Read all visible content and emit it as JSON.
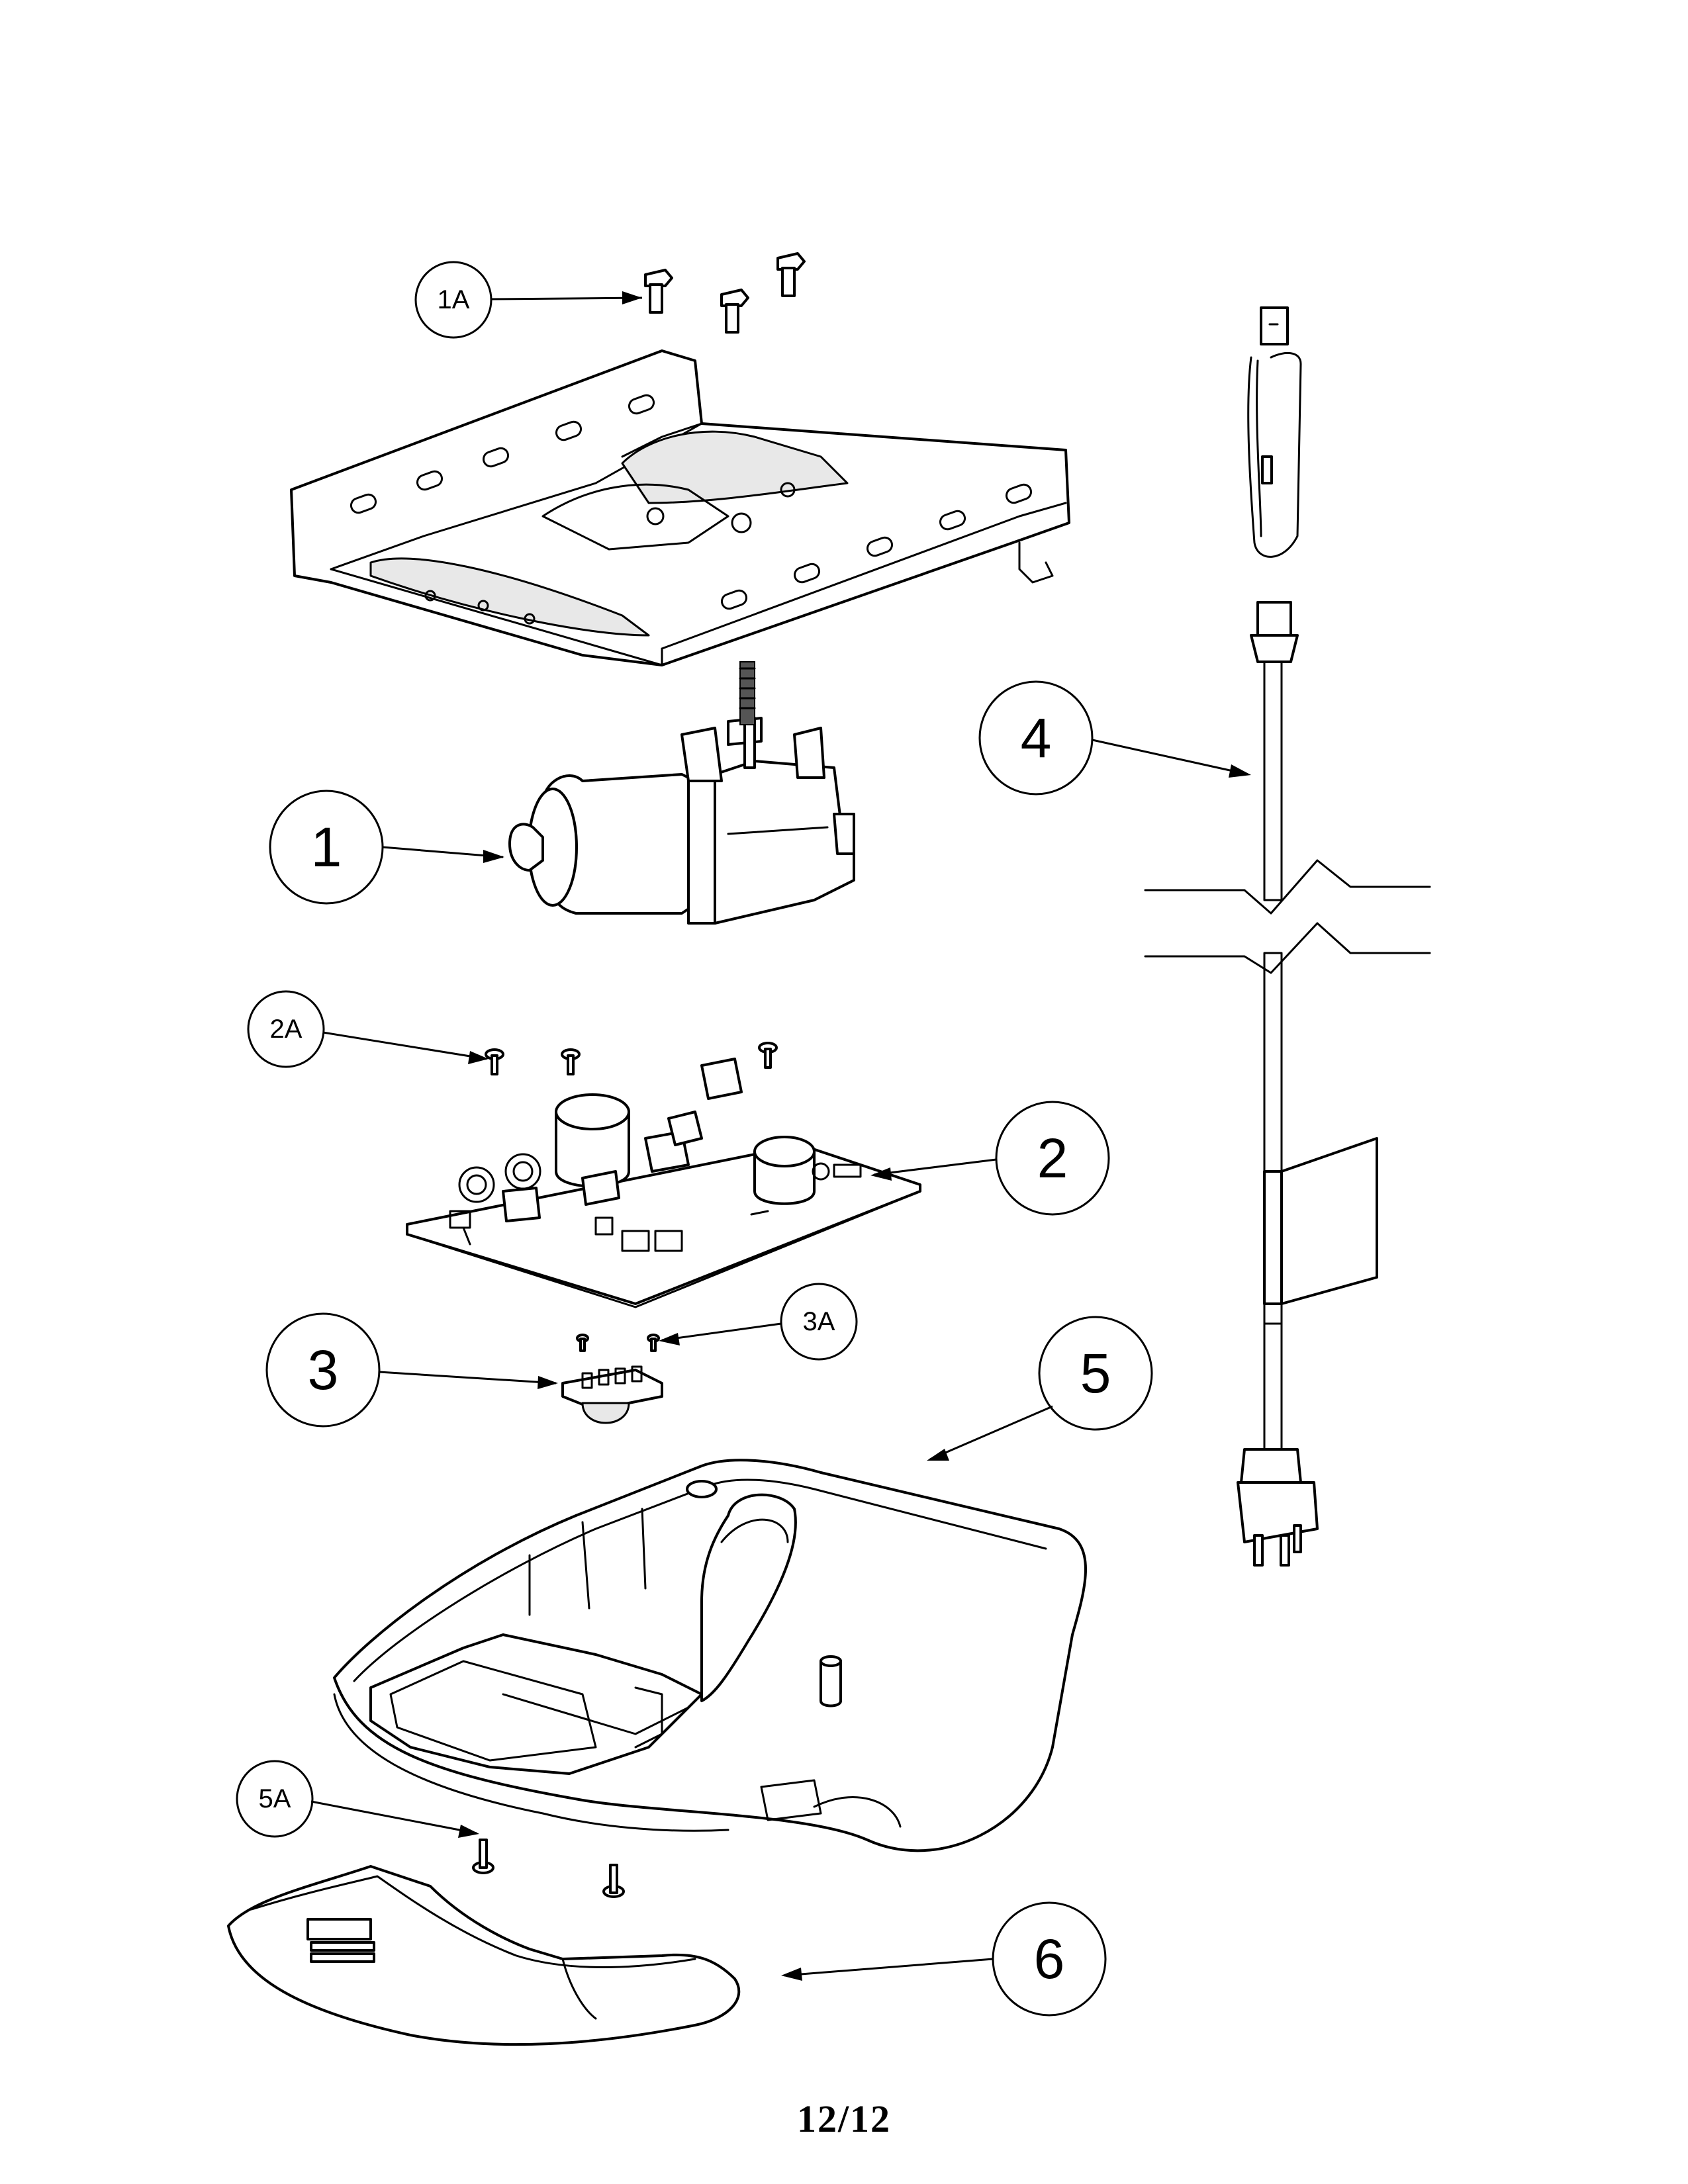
{
  "diagram": {
    "callouts": [
      {
        "id": "1A",
        "label": "1A"
      },
      {
        "id": "1",
        "label": "1"
      },
      {
        "id": "2A",
        "label": "2A"
      },
      {
        "id": "2",
        "label": "2"
      },
      {
        "id": "3A",
        "label": "3A"
      },
      {
        "id": "3",
        "label": "3"
      },
      {
        "id": "4",
        "label": "4"
      },
      {
        "id": "5",
        "label": "5"
      },
      {
        "id": "5A",
        "label": "5A"
      },
      {
        "id": "6",
        "label": "6"
      }
    ],
    "parts": [
      {
        "callout": "1A",
        "icon": "bolt-icon"
      },
      {
        "callout": "1",
        "icon": "motor-icon"
      },
      {
        "callout": "2A",
        "icon": "screw-icon"
      },
      {
        "callout": "2",
        "icon": "circuit-board-icon"
      },
      {
        "callout": "3A",
        "icon": "screw-icon"
      },
      {
        "callout": "3",
        "icon": "sensor-board-icon"
      },
      {
        "callout": "4",
        "icon": "power-cord-icon"
      },
      {
        "callout": "5",
        "icon": "housing-icon"
      },
      {
        "callout": "5A",
        "icon": "screw-icon"
      },
      {
        "callout": "6",
        "icon": "lens-cover-icon"
      }
    ]
  },
  "footer": {
    "page_number": "12/12"
  }
}
